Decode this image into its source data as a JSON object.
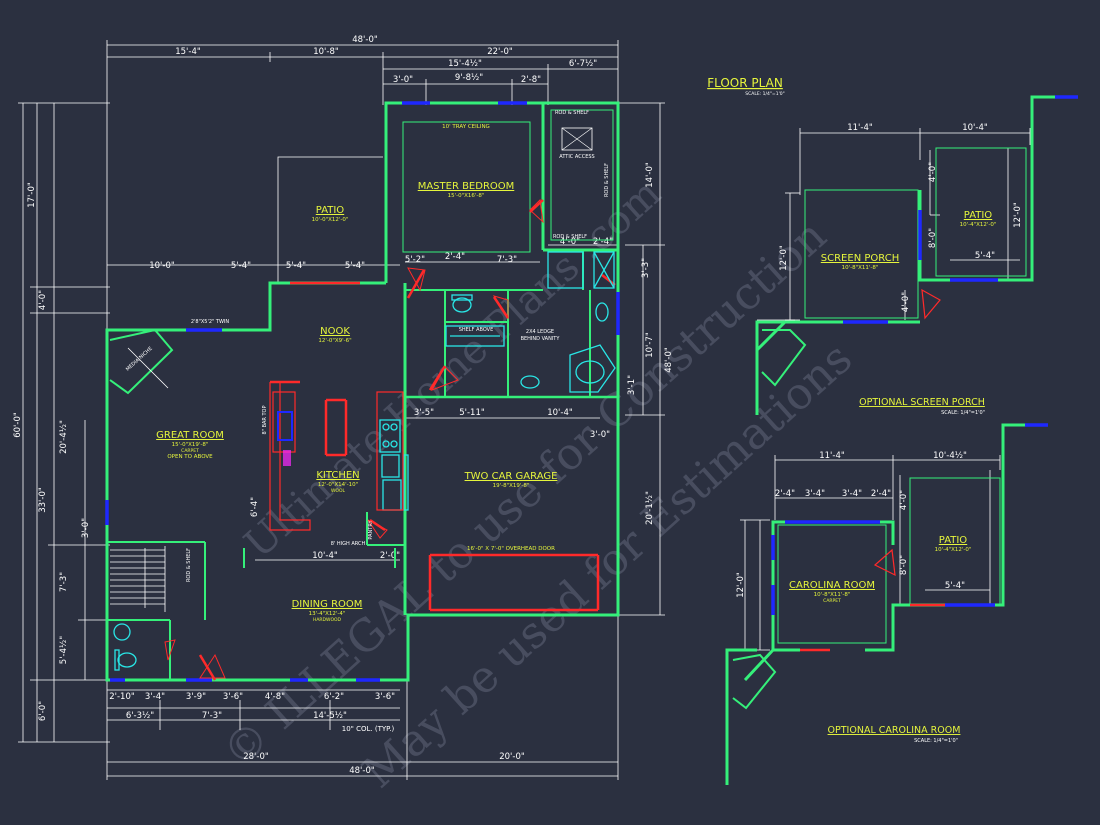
{
  "colors": {
    "background": "#2b3040",
    "wall": "#35f07a",
    "dimension": "#ffffff",
    "label": "#e6f53c",
    "window": "#1e28ff",
    "door": "#ff2a2a",
    "fixture": "#29e6e6",
    "watermark": "#6c7286"
  },
  "sheet": {
    "title": "FLOOR PLAN",
    "title_scale": "SCALE: 1/4\"=1'0\""
  },
  "dims": {
    "top_overall": "48'-0\"",
    "top_1": "15'-4\"",
    "top_2": "10'-8\"",
    "top_3": "22'-0\"",
    "top_4": "15'-4½\"",
    "top_5": "6'-7½\"",
    "top_6": "3'-0\"",
    "top_7": "9'-8½\"",
    "top_8": "2'-8\"",
    "left_overall": "60'-0\"",
    "left_1": "17'-0\"",
    "left_2": "4'-0\"",
    "left_3": "20'-4½\"",
    "left_4": "33'-0\"",
    "left_5": "3'-0\"",
    "left_6": "7'-3\"",
    "left_7": "5'-4½\"",
    "left_8": "6'-0\"",
    "right_overall": "48'-0\"",
    "right_1": "14'-0\"",
    "right_2": "3'-3\"",
    "right_3": "10'-7\"",
    "right_4": "3'-1\"",
    "right_5": "20'-1½\"",
    "bottom_overall": "48'-0\"",
    "bottom_1": "28'-0\"",
    "bottom_2": "20'-0\"",
    "bottom_a": "6'-3½\"",
    "bottom_b": "7'-3\"",
    "bottom_c": "14'-5½\"",
    "bot_row": [
      "2'-10\"",
      "3'-4\"",
      "3'-9\"",
      "3'-6\"",
      "4'-8\"",
      "6'-2\"",
      "3'-6\""
    ],
    "patio_row": [
      "10'-0\"",
      "5'-4\"",
      "5'-4\"",
      "5'-4\""
    ],
    "inner_1": "5'-2\"",
    "inner_2": "2'-4\"",
    "inner_3": "7'-3\"",
    "inner_4": "3'-5\"",
    "inner_5": "5'-11\"",
    "inner_6": "10'-4\"",
    "inner_7": "3'-0\"",
    "inner_8": "10'-4\"",
    "inner_9": "2'-0\"",
    "inner_10": "6'-4\"",
    "inner_11": "4'-0\"",
    "inner_12": "2'-4\"",
    "col_note": "10\" COL. (TYP.)"
  },
  "rooms": {
    "patio": {
      "name": "PATIO",
      "size": "10'-0\"X12'-0\""
    },
    "master": {
      "name": "MASTER BEDROOM",
      "size": "15'-0\"X16'-8\"",
      "note": "10' TRAY CEILING"
    },
    "nook": {
      "name": "NOOK",
      "size": "12'-0\"X9'-6\""
    },
    "great": {
      "name": "GREAT ROOM",
      "size": "15'-0\"X19'-8\"",
      "note": "OPEN TO ABOVE",
      "floor": "CARPET"
    },
    "kitchen": {
      "name": "KITCHEN",
      "size": "12'-0\"X14'-10\"",
      "floor": "WOOL"
    },
    "garage": {
      "name": "TWO CAR GARAGE",
      "size": "19'-8\"X19'-8\"",
      "door": "16'-0\" X 7'-0\" OVERHEAD DOOR"
    },
    "dining": {
      "name": "DINING ROOM",
      "size": "13'-4\"X12'-4\"",
      "floor": "HARDWOOD"
    }
  },
  "notes": {
    "rod_shelf": "ROD & SHELF",
    "attic": "ATTIC ACCESS",
    "ledge": "2X4 LEDGE",
    "ledge2": "BEHIND VANITY",
    "shelf_above": "SHELF ABOVE",
    "window_tag": "2'8\"X5'2\" TWIN",
    "bar_top": "8\" BAR TOP",
    "pantry": "PANTRY",
    "arch": "8' HIGH ARCH",
    "media": "MEDIA NICHE"
  },
  "screen_porch": {
    "name": "SCREEN PORCH",
    "size": "10'-8\"X11'-8\"",
    "patio_name": "PATIO",
    "patio_size": "10'-4\"X12'-0\"",
    "dim_1": "11'-4\"",
    "dim_2": "10'-4\"",
    "dim_3": "12'-0\"",
    "dim_4": "4'-0\"",
    "dim_5": "8'-0\"",
    "dim_6": "12'-0\"",
    "dim_7": "5'-4\"",
    "dim_8": "4'-0\"",
    "title": "OPTIONAL SCREEN PORCH",
    "scale": "SCALE: 1/4\"=1'0\""
  },
  "carolina": {
    "name": "CAROLINA ROOM",
    "size": "10'-8\"X11'-8\"",
    "floor": "CARPET",
    "patio_name": "PATIO",
    "patio_size": "10'-4\"X12'-0\"",
    "dim_1": "11'-4\"",
    "dim_2": "10'-4½\"",
    "dim_3": "12'-0\"",
    "dim_4": "4'-0\"",
    "dim_5": "8'-0\"",
    "dim_6": "5'-4\"",
    "dim_row": [
      "2'-4\"",
      "3'-4\"",
      "3'-4\"",
      "2'-4\""
    ],
    "title": "OPTIONAL CAROLINA ROOM",
    "scale": "SCALE: 1/4\"=1'0\""
  },
  "watermark": {
    "line1": "© ILLEGAL to use for Construction",
    "line2": "May be used for Estimations",
    "line3": "Ultimate Home Plans .com"
  }
}
